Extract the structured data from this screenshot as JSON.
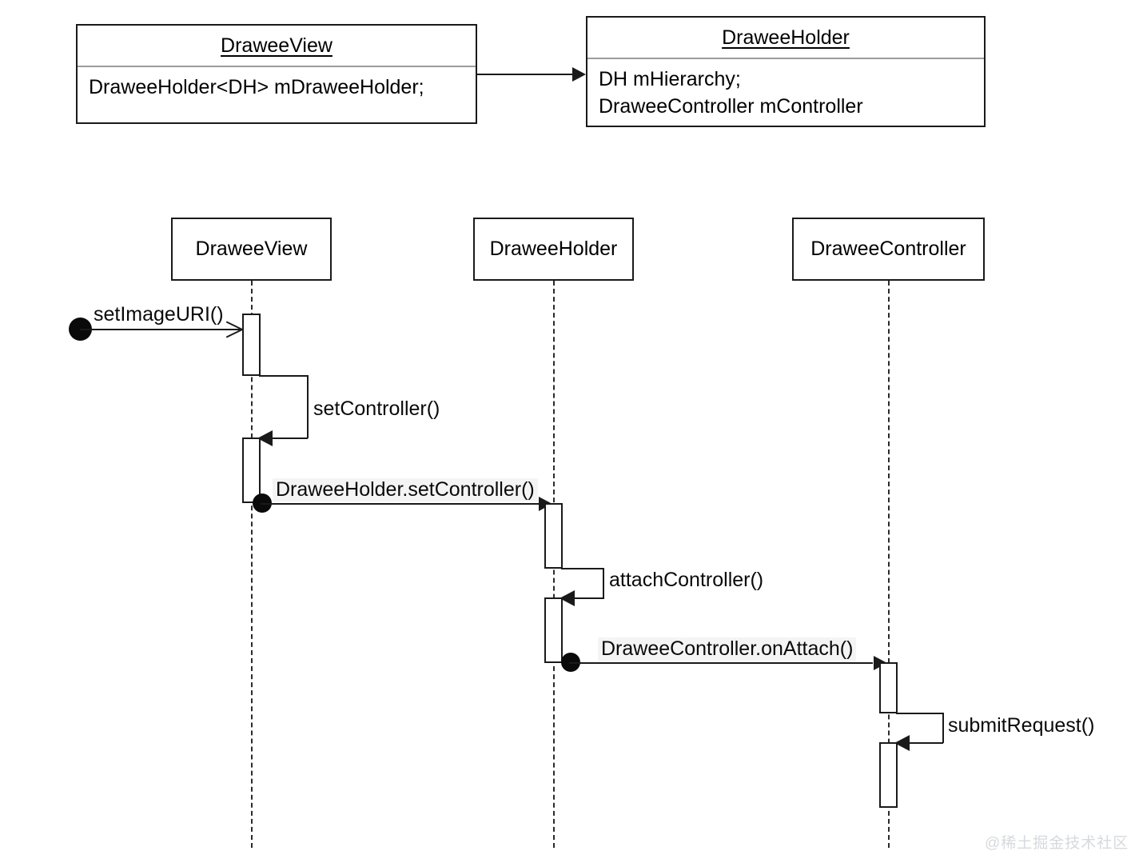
{
  "diagram": {
    "kind": "uml-sequence-diagram",
    "background": "#ffffff",
    "line_color": "#1a1a1a",
    "separator_color": "#9c9c9c",
    "label_highlight": "#f4f4f4",
    "watermark": "@稀土掘金技术社区"
  },
  "class_diagram": {
    "boxes": [
      {
        "title": "DraweeView",
        "attributes": [
          "DraweeHolder<DH> mDraweeHolder;"
        ]
      },
      {
        "title": "DraweeHolder",
        "attributes": [
          "DH mHierarchy;",
          "DraweeController mController"
        ]
      }
    ],
    "association": {
      "from": "DraweeView",
      "to": "DraweeHolder",
      "arrow": "solid-filled-right"
    }
  },
  "sequence": {
    "participants": [
      {
        "name": "DraweeView"
      },
      {
        "name": "DraweeHolder"
      },
      {
        "name": "DraweeController"
      }
    ],
    "start_marker": "found-message-ball",
    "messages": [
      {
        "label": "setImageURI()",
        "from": "actor",
        "to": "DraweeView",
        "type": "call",
        "arrowhead": "open"
      },
      {
        "label": "setController()",
        "from": "DraweeView",
        "to": "DraweeView",
        "type": "self-call",
        "arrowhead": "solid"
      },
      {
        "label": "DraweeHolder.setController()",
        "from": "DraweeView",
        "to": "DraweeHolder",
        "type": "call",
        "arrowhead": "solid",
        "highlighted": true
      },
      {
        "label": "attachController()",
        "from": "DraweeHolder",
        "to": "DraweeHolder",
        "type": "self-call",
        "arrowhead": "solid"
      },
      {
        "label": "DraweeController.onAttach()",
        "from": "DraweeHolder",
        "to": "DraweeController",
        "type": "call",
        "arrowhead": "solid",
        "highlighted": true
      },
      {
        "label": "submitRequest()",
        "from": "DraweeController",
        "to": "DraweeController",
        "type": "self-call",
        "arrowhead": "solid"
      }
    ]
  }
}
